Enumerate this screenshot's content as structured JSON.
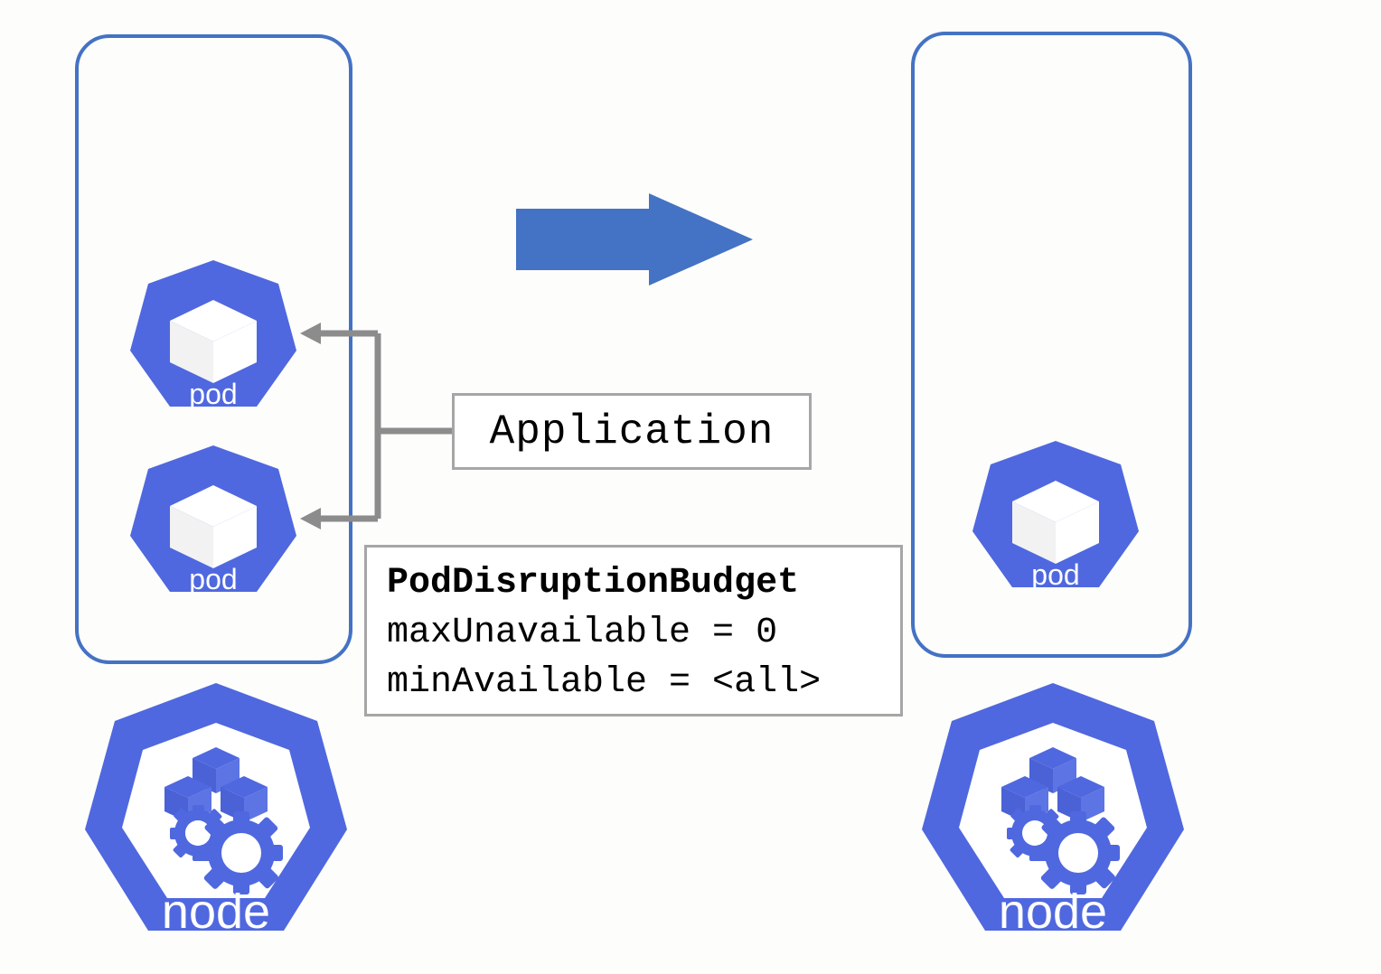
{
  "diagram": {
    "title": "Kubernetes PodDisruptionBudget node drain illustration",
    "background_color": "#fdfdfb",
    "colors": {
      "k8s_blue": "#4f68df",
      "container_border_blue": "#4472c4",
      "arrow_blue": "#4472c4",
      "connector_gray": "#8c8c8c",
      "box_border_gray": "#a6a6a6"
    }
  },
  "left_node_group": {
    "container_label": "node-container-left",
    "pods": [
      {
        "label": "pod"
      },
      {
        "label": "pod"
      }
    ],
    "node": {
      "label": "node"
    }
  },
  "right_node_group": {
    "container_label": "node-container-right",
    "pods": [
      {
        "label": "pod"
      }
    ],
    "node": {
      "label": "node"
    }
  },
  "transition_arrow": {
    "direction": "right",
    "color": "#4472c4"
  },
  "application_box": {
    "label": "Application"
  },
  "pdb_box": {
    "title": "PodDisruptionBudget",
    "lines": [
      "maxUnavailable = 0",
      "minAvailable = <all>"
    ]
  },
  "connectors": [
    {
      "name": "application-to-pod-top",
      "arrowhead": "left"
    },
    {
      "name": "application-to-pod-bottom",
      "arrowhead": "left"
    }
  ]
}
